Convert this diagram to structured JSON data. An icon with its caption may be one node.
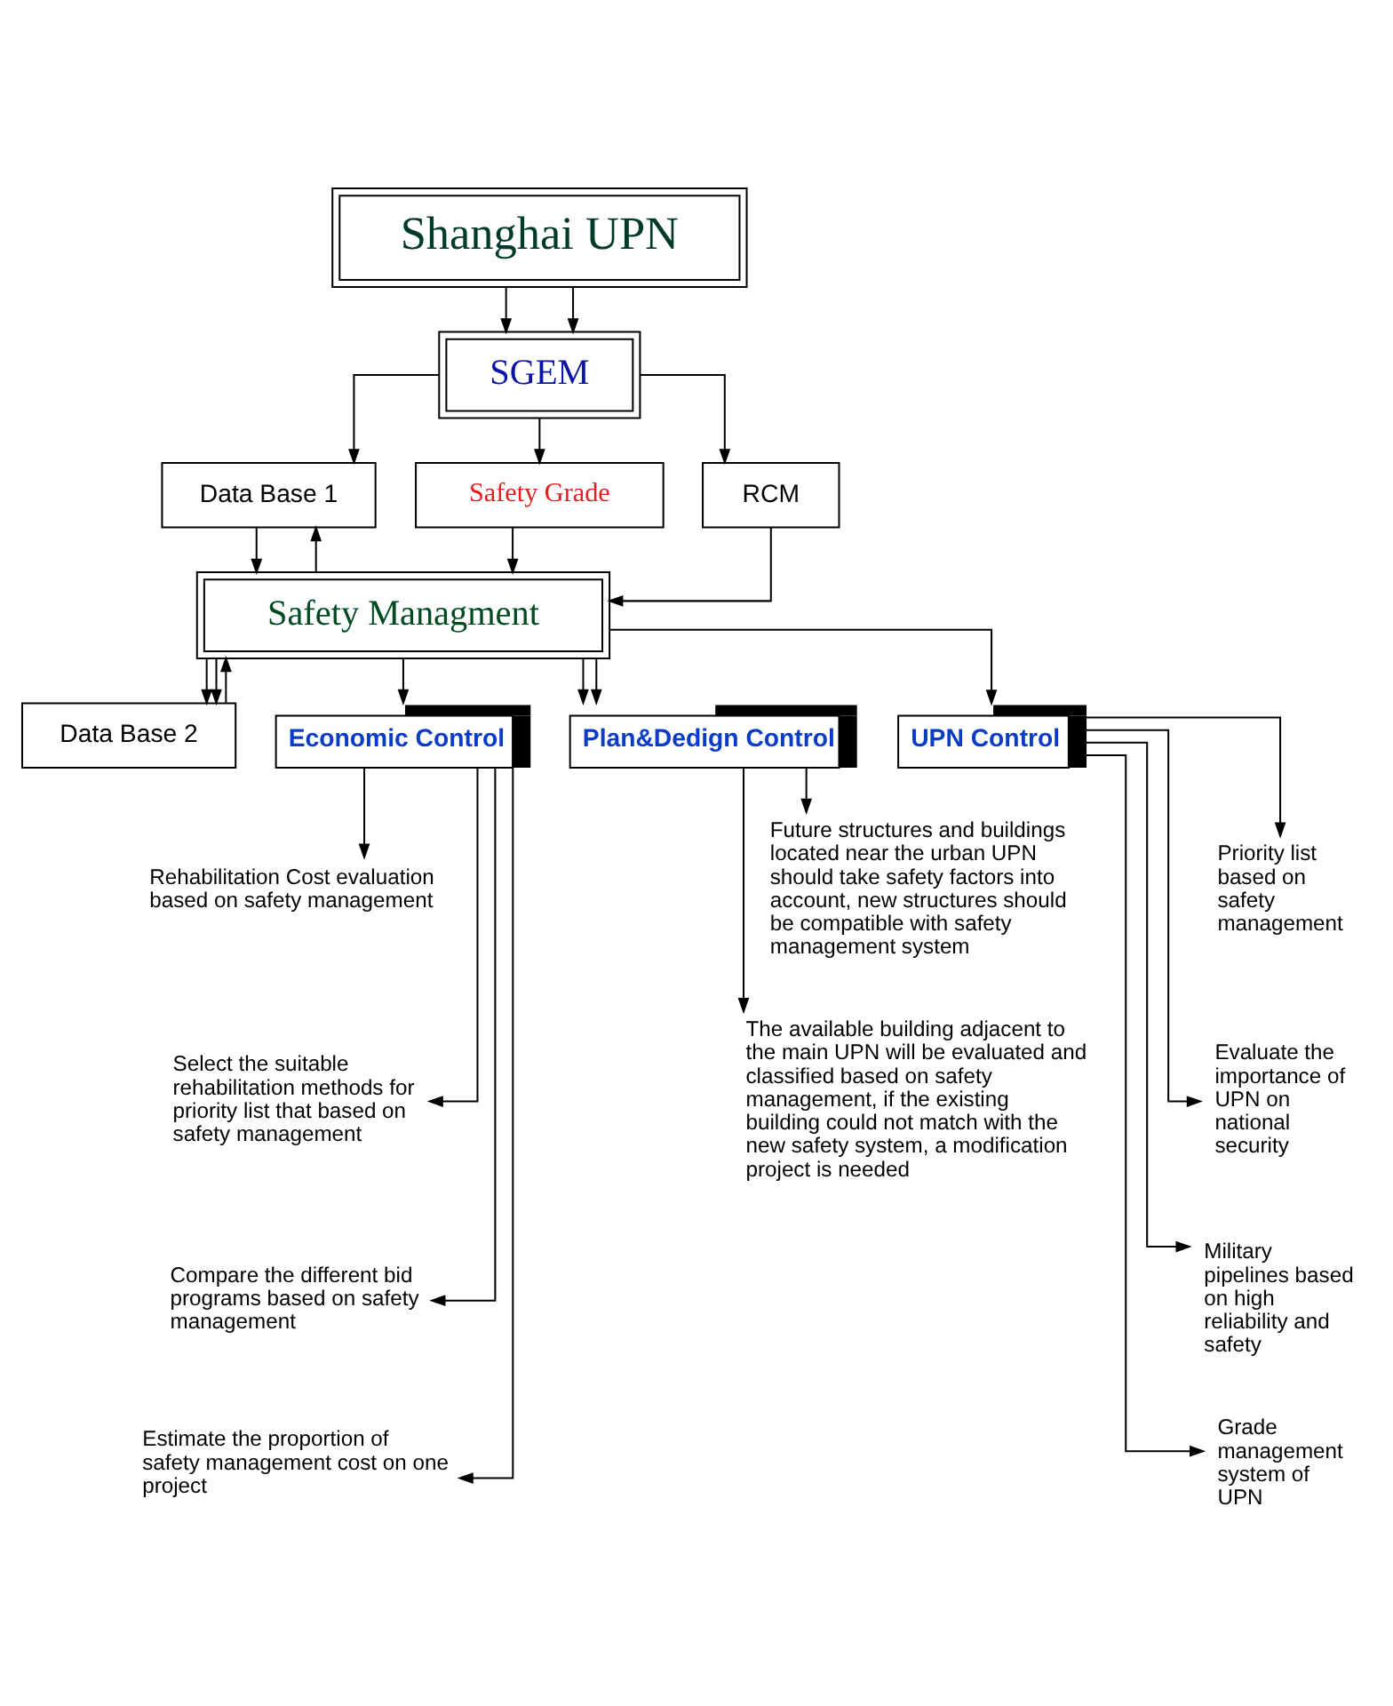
{
  "diagram": {
    "nodes": [
      {
        "text": [
          "Shanghai UPN"
        ]
      },
      {
        "text": [
          "SGEM"
        ]
      },
      {
        "text": [
          "Data Base 1"
        ]
      },
      {
        "text": [
          "Safety Grade"
        ]
      },
      {
        "text": [
          "RCM"
        ]
      },
      {
        "text": [
          "Safety Managment"
        ]
      },
      {
        "text": [
          "Data Base 2"
        ]
      },
      {
        "text": [
          "Economic Control"
        ]
      },
      {
        "text": [
          "Plan&Dedign Control"
        ]
      },
      {
        "text": [
          "UPN Control"
        ]
      },
      {
        "text": [
          "Rehabilitation Cost evaluation based on safety management"
        ]
      },
      {
        "text": [
          "Select the suitable rehabilitation methods for priority list that based on safety management"
        ]
      },
      {
        "text": [
          "Compare the different bid programs based on safety management"
        ]
      },
      {
        "text": [
          "Estimate the proportion of safety management cost on one project"
        ]
      },
      {
        "text": [
          "Future structures and buildings located near the urban UPN should take safety factors into account, new structures should be compatible with safety management system"
        ]
      },
      {
        "text": [
          "The available building adjacent to the main UPN will be evaluated and classified based on safety management, if the existing building could not match with the new safety system, a modification project is needed"
        ]
      },
      {
        "text": [
          "Priority list based on safety management"
        ]
      },
      {
        "text": [
          "Evaluate the importance of UPN on national security"
        ]
      },
      {
        "text": [
          "Military pipelines based on high reliability and safety"
        ]
      },
      {
        "text": [
          "Grade management system of UPN"
        ]
      }
    ],
    "edges": [
      {
        "from": 0,
        "to": 1,
        "arrow": "to"
      },
      {
        "from": 0,
        "to": 1,
        "arrow": "to"
      },
      {
        "from": 1,
        "to": 2,
        "arrow": "to"
      },
      {
        "from": 1,
        "to": 3,
        "arrow": "to"
      },
      {
        "from": 1,
        "to": 4,
        "arrow": "to"
      },
      {
        "from": 3,
        "to": 5,
        "arrow": "to"
      },
      {
        "from": 2,
        "to": 5,
        "arrow": "to"
      },
      {
        "from": 5,
        "to": 2,
        "arrow": "to"
      },
      {
        "from": 4,
        "to": 5,
        "arrow": "to"
      },
      {
        "from": 5,
        "to": 6,
        "arrow": "to"
      },
      {
        "from": 6,
        "to": 5,
        "arrow": "to"
      },
      {
        "from": 5,
        "to": 6,
        "arrow": "to"
      },
      {
        "from": 5,
        "to": 7,
        "arrow": "to"
      },
      {
        "from": 5,
        "to": 8,
        "arrow": "to"
      },
      {
        "from": 5,
        "to": 8,
        "arrow": "to"
      },
      {
        "from": 5,
        "to": 9,
        "arrow": "to"
      },
      {
        "from": 7,
        "to": 10,
        "arrow": "to"
      },
      {
        "from": 7,
        "to": 11,
        "arrow": "to"
      },
      {
        "from": 7,
        "to": 12,
        "arrow": "to"
      },
      {
        "from": 7,
        "to": 13,
        "arrow": "to"
      },
      {
        "from": 8,
        "to": 14,
        "arrow": "to"
      },
      {
        "from": 8,
        "to": 15,
        "arrow": "to"
      },
      {
        "from": 9,
        "to": 16,
        "arrow": "to"
      },
      {
        "from": 9,
        "to": 17,
        "arrow": "to"
      },
      {
        "from": 9,
        "to": 18,
        "arrow": "to"
      },
      {
        "from": 9,
        "to": 19,
        "arrow": "to"
      }
    ]
  }
}
